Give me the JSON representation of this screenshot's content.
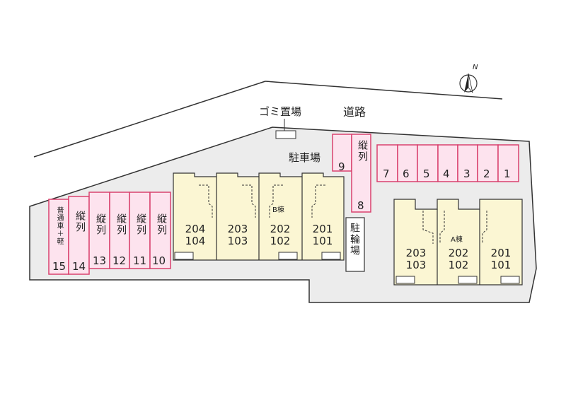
{
  "north_label": "N",
  "road_label": "道路",
  "garbage_label": "ゴミ置場",
  "parking_label": "駐車場",
  "bicycle_parking_label": "駐輪場",
  "building_b": {
    "name": "B棟",
    "units": [
      {
        "upper": "204",
        "lower": "104"
      },
      {
        "upper": "203",
        "lower": "103"
      },
      {
        "upper": "202",
        "lower": "102"
      },
      {
        "upper": "201",
        "lower": "101"
      }
    ]
  },
  "building_a": {
    "name": "A棟",
    "units": [
      {
        "upper": "203",
        "lower": "103"
      },
      {
        "upper": "202",
        "lower": "102"
      },
      {
        "upper": "201",
        "lower": "101"
      }
    ]
  },
  "top_spaces": [
    "7",
    "6",
    "5",
    "4",
    "3",
    "2",
    "1"
  ],
  "space_9": "9",
  "space_8": {
    "number": "8",
    "note": "縦列"
  },
  "left_spaces": [
    {
      "number": "15",
      "note": "普通車＋軽"
    },
    {
      "number": "14",
      "note": "縦列"
    },
    {
      "number": "13",
      "note": "縦列"
    },
    {
      "number": "12",
      "note": "縦列"
    },
    {
      "number": "11",
      "note": "縦列"
    },
    {
      "number": "10",
      "note": "縦列"
    }
  ],
  "colors": {
    "lot": "#ececec",
    "building": "#fbf6d3",
    "parking_fill": "#fde3ee",
    "parking_border": "#d9426e"
  }
}
